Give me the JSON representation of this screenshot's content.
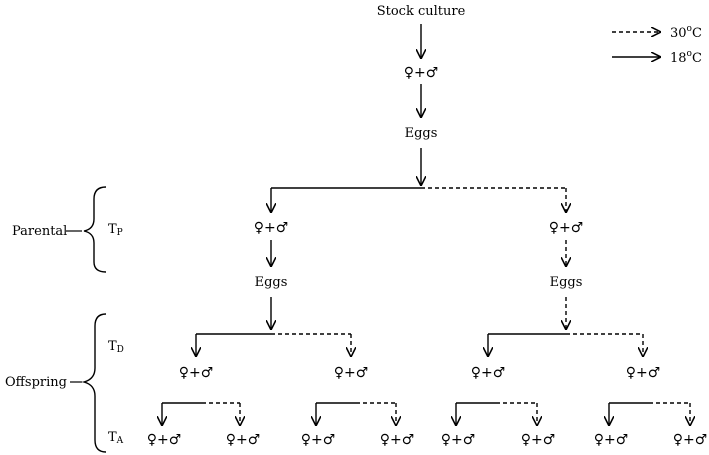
{
  "nodes": {
    "stock": "Stock culture",
    "pair": "♀+♂",
    "eggs": "Eggs"
  },
  "legend": {
    "hot_label": "30",
    "cold_label": "18",
    "degree": "o",
    "unit": "C"
  },
  "stages": {
    "parental": "Parental",
    "offspring": "Offspring",
    "tp_main": "T",
    "tp_sub": "P",
    "td_main": "T",
    "td_sub": "D",
    "ta_main": "T",
    "ta_sub": "A"
  }
}
